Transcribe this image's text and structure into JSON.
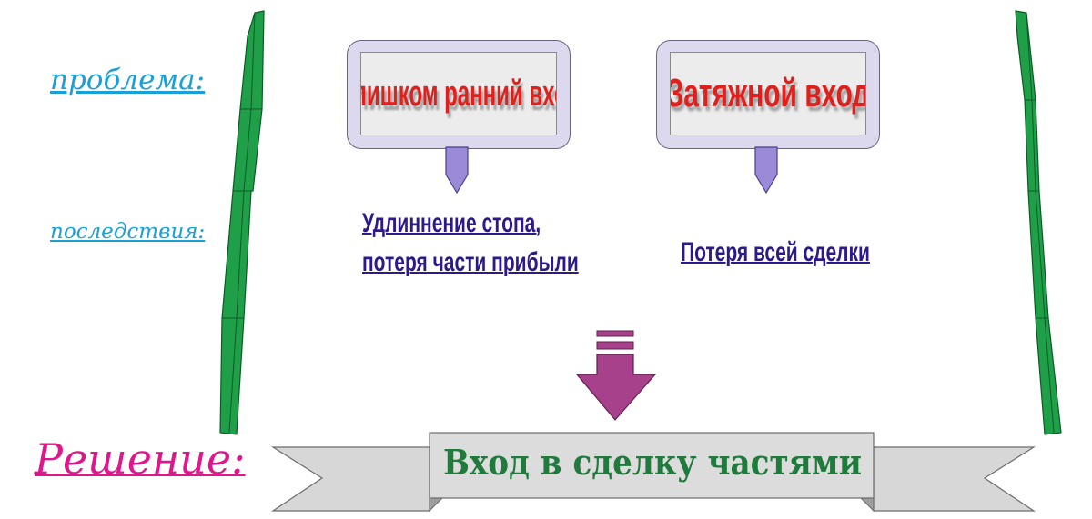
{
  "labels": {
    "problem": "проблема:",
    "consequences": "последствия:",
    "solution": "Решение:"
  },
  "problems": [
    {
      "text": "Слишком ранний вход",
      "consequence": [
        "Удлиннение стопа,",
        "потеря части прибыли"
      ]
    },
    {
      "text": "Затяжной вход",
      "consequence": [
        "Потеря всей сделки"
      ]
    }
  ],
  "solution": {
    "text": "Вход в сделку частями"
  },
  "colors": {
    "label_cyan": "#1aa0d8",
    "label_magenta": "#e0168c",
    "problem_red": "#e0201c",
    "consequence_navy": "#2d1a8a",
    "solution_green": "#1f7a3c",
    "stick_green": "#1fa048",
    "big_arrow": "#a8418c",
    "small_arrow": "#9a8ad8"
  },
  "icons": {
    "left_stick": "green-stick-icon",
    "right_stick": "green-stick-icon",
    "down_arrow": "down-arrow-icon",
    "ribbon": "ribbon-banner-icon"
  }
}
